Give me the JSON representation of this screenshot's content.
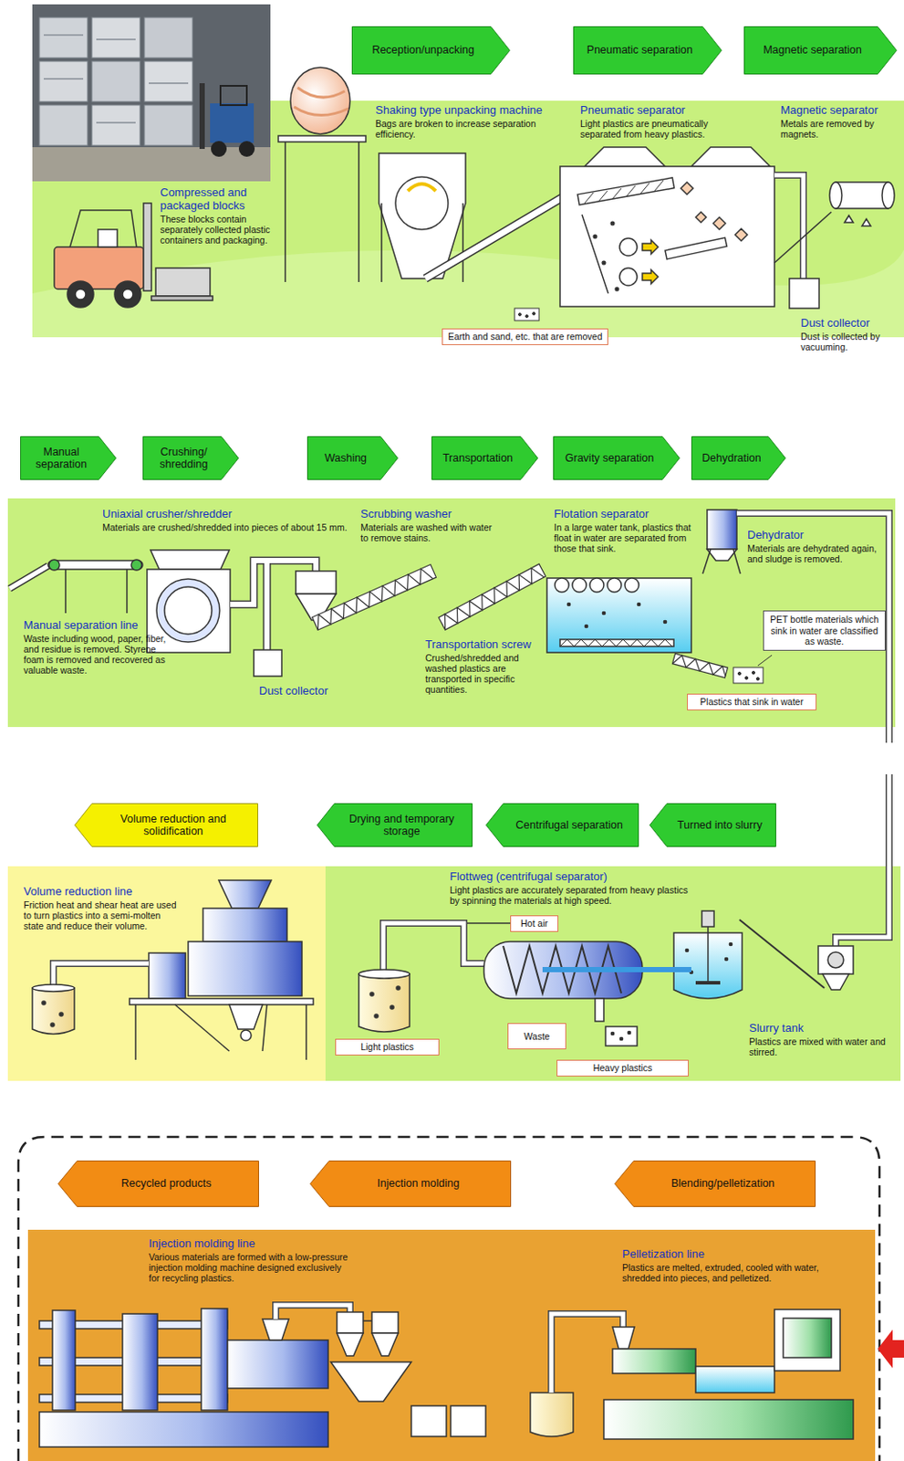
{
  "diagram": {
    "nodes": [
      {
        "text": [
          "Reception/unpacking"
        ]
      },
      {
        "text": [
          "Pneumatic separation"
        ]
      },
      {
        "text": [
          "Magnetic separation"
        ]
      },
      {
        "text": [
          "Earth and sand, etc. that are removed"
        ]
      },
      {
        "text": [
          "Manual separation"
        ]
      },
      {
        "text": [
          "Crushing/ shredding"
        ]
      },
      {
        "text": [
          "Washing"
        ]
      },
      {
        "text": [
          "Transportation"
        ]
      },
      {
        "text": [
          "Gravity separation"
        ]
      },
      {
        "text": [
          "Dehydration"
        ]
      },
      {
        "text": [
          "PET bottle materials which sink in water are classified as waste."
        ]
      },
      {
        "text": [
          "Plastics that sink in water"
        ]
      },
      {
        "text": [
          "Volume reduction and solidification"
        ]
      },
      {
        "text": [
          "Drying and temporary storage"
        ]
      },
      {
        "text": [
          "Centrifugal separation"
        ]
      },
      {
        "text": [
          "Turned into slurry"
        ]
      },
      {
        "text": [
          "Hot air"
        ]
      },
      {
        "text": [
          "Waste"
        ]
      },
      {
        "text": [
          "Light plastics"
        ]
      },
      {
        "text": [
          "Heavy plastics"
        ]
      },
      {
        "text": [
          "Recycled products"
        ]
      },
      {
        "text": [
          "Injection molding"
        ]
      },
      {
        "text": [
          "Blending/pelletization"
        ]
      }
    ],
    "labels": [
      "Compressed and packaged blocks",
      "These blocks contain separately collected plastic containers and packaging.",
      "Shaking type unpacking machine",
      "Bags are broken to increase separation efficiency.",
      "Pneumatic separator",
      "Light plastics are pneumatically separated from heavy plastics.",
      "Magnetic separator",
      "Metals are removed by magnets.",
      "Dust collector",
      "Dust is collected by vacuuming.",
      "Uniaxial crusher/shredder",
      "Materials are crushed/shredded into pieces of about 15 mm.",
      "Scrubbing washer",
      "Materials are washed with water to remove stains.",
      "Flotation separator",
      "In a large water tank, plastics that float in water are separated from those that sink.",
      "Dehydrator",
      "Materials are dehydrated again, and sludge is removed.",
      "Manual separation line",
      "Waste including wood, paper, fiber, and residue is removed. Styrene foam is removed and recovered as valuable waste.",
      "Dust collector",
      "Transportation screw",
      "Crushed/shredded and washed plastics are transported in specific quantities.",
      "Volume reduction line",
      "Friction heat and shear heat are used to turn plastics into a semi-molten state and reduce their volume.",
      "Flottweg (centrifugal separator)",
      "Light plastics are accurately separated from heavy plastics by spinning the materials at high speed.",
      "Slurry tank",
      "Plastics are mixed with water and stirred.",
      "Injection molding line",
      "Various materials are formed with a low-pressure injection molding machine designed exclusively for recycling plastics.",
      "Pelletization line",
      "Plastics are melted, extruded, cooled with water, shredded into pieces, and pelletized."
    ]
  }
}
